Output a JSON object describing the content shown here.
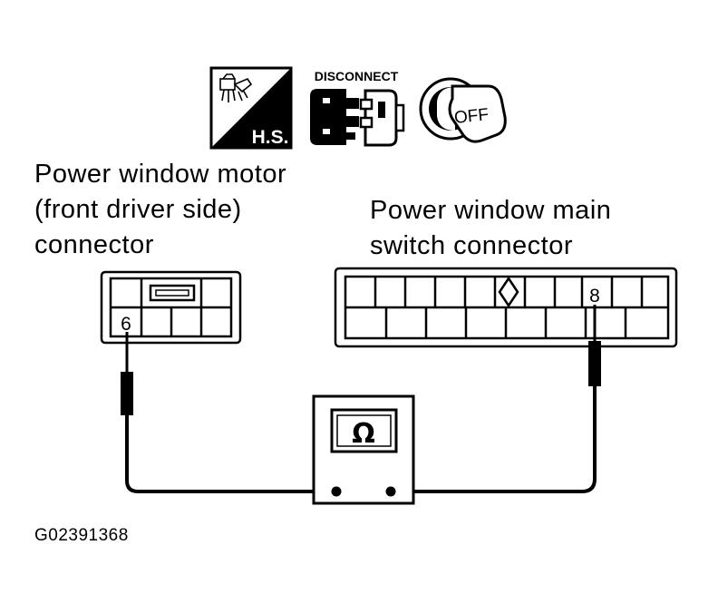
{
  "icons": {
    "hs_icon_text": "H.S.",
    "disconnect_text": "DISCONNECT",
    "ignition_off_text": "OFF",
    "hs_icon": "hand-tools-hs-icon",
    "disconnect_icon": "connector-disconnect-icon",
    "ignition_icon": "ignition-key-off-icon"
  },
  "labels": {
    "left_connector": [
      "Power window motor",
      "(front driver side)",
      "connector"
    ],
    "right_connector": [
      "Power window main",
      "switch connector"
    ]
  },
  "terminals": {
    "left": "6",
    "right": "8"
  },
  "meter": {
    "symbol": "Ω",
    "icon": "ohmmeter-icon"
  },
  "figure_id": "G02391368"
}
